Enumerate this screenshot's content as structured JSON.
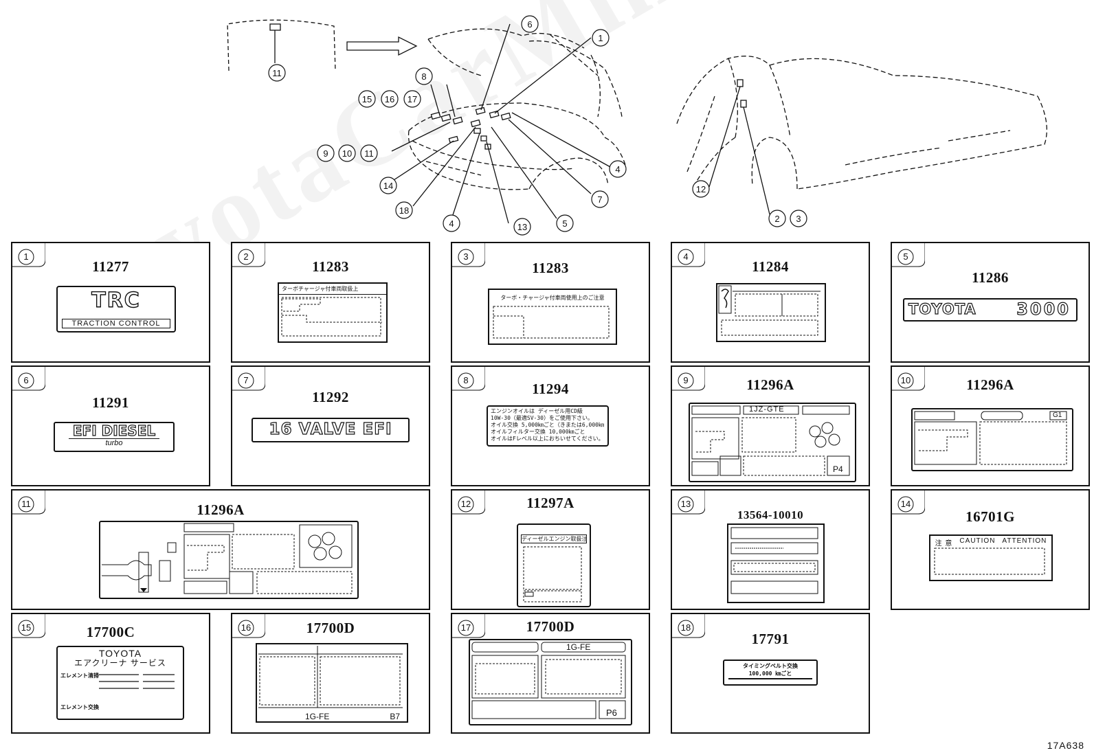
{
  "diagram_code": "17A638",
  "watermark": "ToyotaCarMine.ru",
  "callouts": [
    "1",
    "2",
    "3",
    "4",
    "5",
    "6",
    "7",
    "8",
    "9",
    "10",
    "11",
    "12",
    "13",
    "14",
    "15",
    "16",
    "17",
    "18"
  ],
  "parts": [
    {
      "num": "1",
      "part_no": "11277",
      "label_texts": [
        "TRC",
        "TRACTION CONTROL"
      ]
    },
    {
      "num": "2",
      "part_no": "11283",
      "label_texts": [
        "ターボチャージャ付車両取扱上"
      ]
    },
    {
      "num": "3",
      "part_no": "11283",
      "label_texts": [
        "ターボ・チャージャ付車両使用上のご注意"
      ]
    },
    {
      "num": "4",
      "part_no": "11284",
      "label_texts": []
    },
    {
      "num": "5",
      "part_no": "11286",
      "label_texts": [
        "TOYOTA",
        "3000"
      ]
    },
    {
      "num": "6",
      "part_no": "11291",
      "label_texts": [
        "EFI DIESEL",
        "turbo"
      ]
    },
    {
      "num": "7",
      "part_no": "11292",
      "label_texts": [
        "16 VALVE EFI"
      ]
    },
    {
      "num": "8",
      "part_no": "11294",
      "label_texts": [
        "エンジンオイルは ディーゼル用CD級",
        "10W-30（最適SV-30）をご使用下さい。",
        "オイル交換 5,000㎞ごと（きまたは6,000㎞ごと）",
        "オイルフィルター交換 10,000㎞ごと",
        "オイルはFレベル以上におちいせてください。"
      ]
    },
    {
      "num": "9",
      "part_no": "11296A",
      "label_texts": [
        "1JZ-GTE",
        "P4"
      ]
    },
    {
      "num": "10",
      "part_no": "11296A",
      "label_texts": [
        "G1"
      ]
    },
    {
      "num": "11",
      "part_no": "11296A",
      "label_texts": []
    },
    {
      "num": "12",
      "part_no": "11297A",
      "label_texts": [
        "ディーゼルエンジン取扱注意"
      ]
    },
    {
      "num": "13",
      "part_no": "13564-10010",
      "label_texts": []
    },
    {
      "num": "14",
      "part_no": "16701G",
      "label_texts": [
        "注 意",
        "CAUTION",
        "ATTENTION"
      ]
    },
    {
      "num": "15",
      "part_no": "17700C",
      "label_texts": [
        "TOYOTA",
        "エアクリーナ サービス",
        "エレメント清掃",
        "エレメント交換"
      ]
    },
    {
      "num": "16",
      "part_no": "17700D",
      "label_texts": [
        "1G-FE",
        "B7"
      ]
    },
    {
      "num": "17",
      "part_no": "17700D",
      "label_texts": [
        "1G-FE",
        "P6"
      ]
    },
    {
      "num": "18",
      "part_no": "17791",
      "label_texts": [
        "タイミングベルト交換",
        "100,000 ㎞ごと"
      ]
    }
  ]
}
